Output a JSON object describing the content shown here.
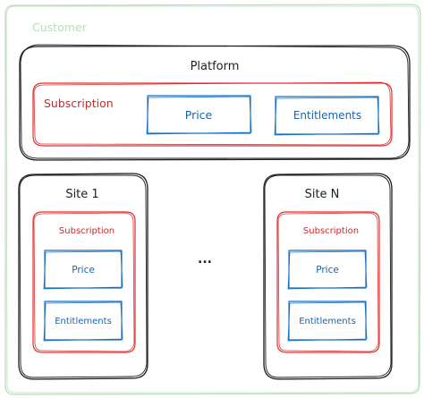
{
  "customer": {
    "label": "Customer",
    "color": "#b7deb8"
  },
  "platform": {
    "label": "Platform",
    "subscription": {
      "label": "Subscription",
      "price_label": "Price",
      "entitlements_label": "Entitlements"
    }
  },
  "sites": [
    {
      "label": "Site 1",
      "subscription": {
        "label": "Subscription",
        "price_label": "Price",
        "entitlements_label": "Entitlements"
      }
    },
    {
      "label": "Site N",
      "subscription": {
        "label": "Subscription",
        "price_label": "Price",
        "entitlements_label": "Entitlements"
      }
    }
  ],
  "ellipsis": "...",
  "colors": {
    "outline": "#1e1e1e",
    "subscription": "#e03131",
    "subscription_text": "#c92a2a",
    "item": "#1971c2",
    "item_text": "#1864ab"
  }
}
